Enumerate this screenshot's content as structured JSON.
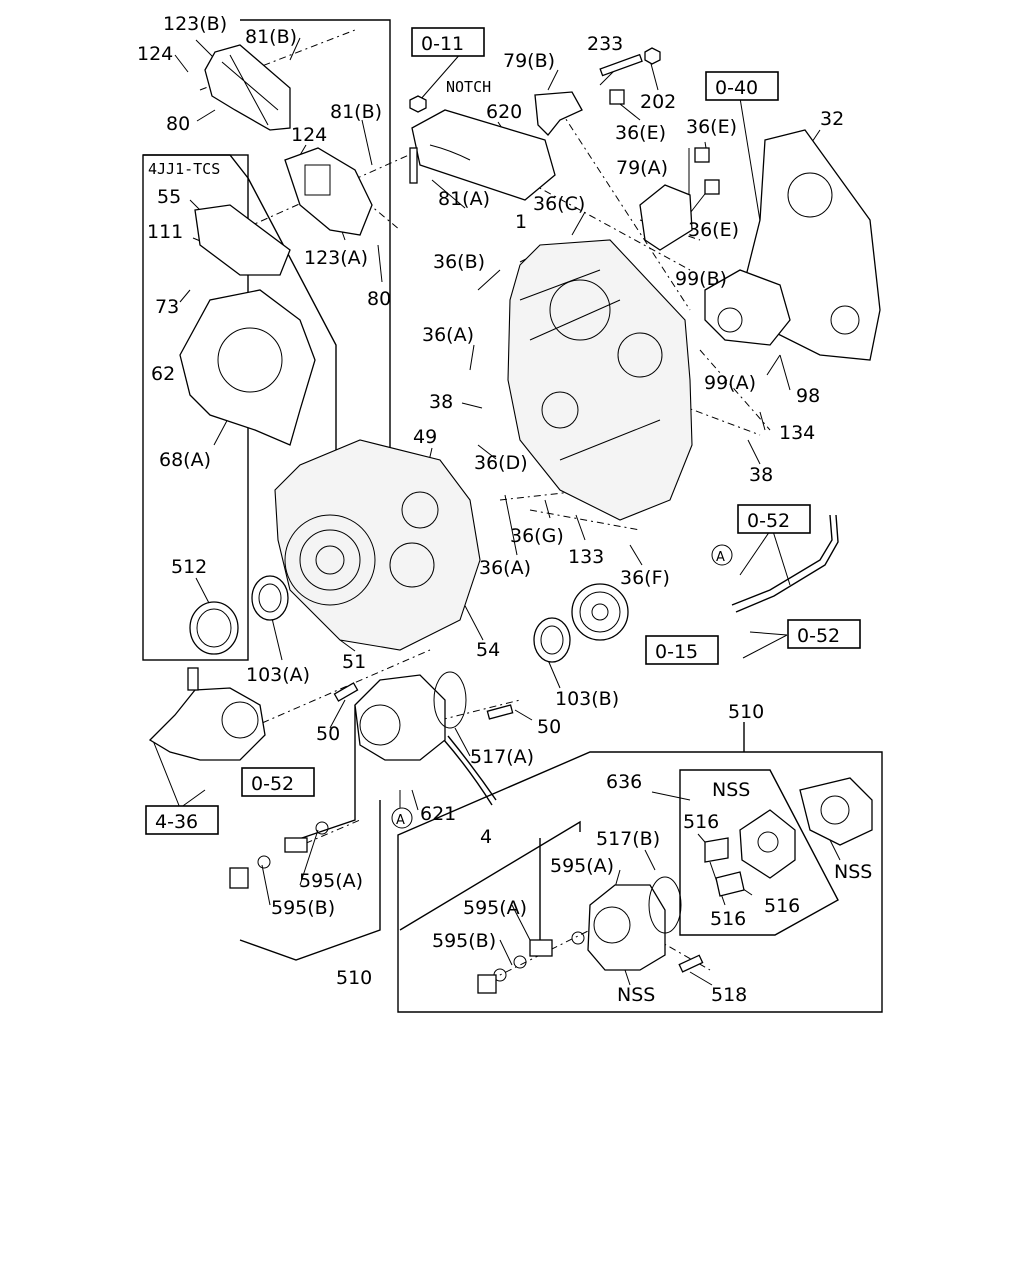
{
  "labels": {
    "l123b_top": "123(B)",
    "l81b_top": "81(B)",
    "l124_top": "124",
    "l80_top": "80",
    "l81b_2": "81(B)",
    "l124_2": "124",
    "l123a": "123(A)",
    "l80_2": "80",
    "tcs": "4JJ1-TCS",
    "l55": "55",
    "l111": "111",
    "l73": "73",
    "l62": "62",
    "l68a": "68(A)",
    "l512": "512",
    "l103a": "103(A)",
    "l51": "51",
    "notch": "NOTCH",
    "l620": "620",
    "l81a": "81(A)",
    "l79b": "79(B)",
    "l233": "233",
    "l202": "202",
    "l36e_1": "36(E)",
    "l36e_2": "36(E)",
    "l79a": "79(A)",
    "l36e_3": "36(E)",
    "l32": "32",
    "l36c": "36(C)",
    "l1": "1",
    "l36b": "36(B)",
    "l99b": "99(B)",
    "l36a_1": "36(A)",
    "l99a": "99(A)",
    "l98": "98",
    "l38_1": "38",
    "l134": "134",
    "l49": "49",
    "l36d": "36(D)",
    "l38_2": "38",
    "l36g": "36(G)",
    "l133": "133",
    "l36a_2": "36(A)",
    "l36f": "36(F)",
    "l54": "54",
    "l103b": "103(B)",
    "l50_1": "50",
    "l50_2": "50",
    "l517a": "517(A)",
    "l621": "621",
    "circ_a_1": "A",
    "circ_a_2": "A",
    "l510_top": "510",
    "l636": "636",
    "nss_1": "NSS",
    "l516_1": "516",
    "l516_2": "516",
    "l516_3": "516",
    "nss_2": "NSS",
    "l4": "4",
    "l517b": "517(B)",
    "l595a_1": "595(A)",
    "l595a_2": "595(A)",
    "l595b_1": "595(B)",
    "nss_3": "NSS",
    "l518": "518",
    "l595a_3": "595(A)",
    "l595b_2": "595(B)",
    "l510_bottom": "510"
  },
  "refs": {
    "r011": "0-11",
    "r040": "0-40",
    "r052_1": "0-52",
    "r052_2": "0-52",
    "r015": "0-15",
    "r052_3": "0-52",
    "r436": "4-36"
  }
}
